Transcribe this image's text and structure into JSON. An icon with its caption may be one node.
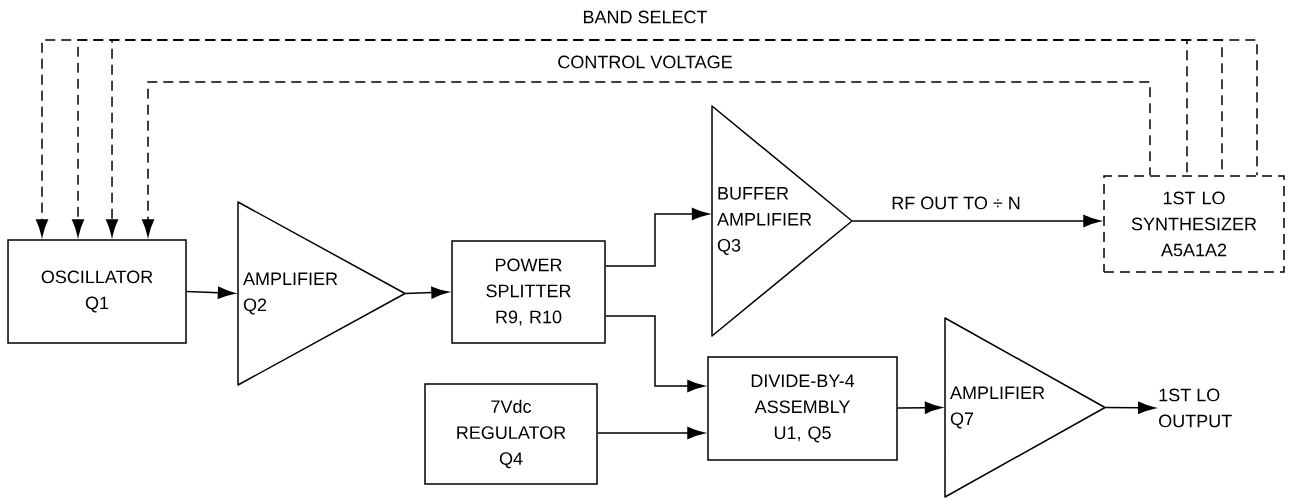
{
  "diagram": {
    "nodes": [
      {
        "text": [
          "OSCILLATOR Q1"
        ]
      },
      {
        "text": [
          "AMPLIFIER Q2"
        ]
      },
      {
        "text": [
          "POWER SPLITTER R9, R10"
        ]
      },
      {
        "text": [
          "BUFFER AMPLIFIER Q3"
        ]
      },
      {
        "text": [
          "1ST LO SYNTHESIZER A5A1A2"
        ]
      },
      {
        "text": [
          "7Vdc REGULATOR Q4"
        ]
      },
      {
        "text": [
          "DIVIDE-BY-4 ASSEMBLY U1, Q5"
        ]
      },
      {
        "text": [
          "AMPLIFIER Q7"
        ]
      },
      {
        "text": [
          "1ST LO OUTPUT"
        ]
      }
    ],
    "edges": [
      {
        "from": 0,
        "to": 1,
        "arrow": "to"
      },
      {
        "from": 1,
        "to": 2,
        "arrow": "to"
      },
      {
        "from": 2,
        "to": 3,
        "arrow": "to"
      },
      {
        "from": 2,
        "to": 6,
        "arrow": "to"
      },
      {
        "from": 5,
        "to": 6,
        "arrow": "to"
      },
      {
        "from": 3,
        "to": 4,
        "arrow": "to",
        "label": "RF OUT TO ÷ N"
      },
      {
        "from": 6,
        "to": 7,
        "arrow": "to"
      },
      {
        "from": 7,
        "to": 8,
        "arrow": "to"
      },
      {
        "from": 4,
        "to": 0,
        "arrow": "to",
        "style": "dashed",
        "label": "BAND SELECT"
      },
      {
        "from": 4,
        "to": 0,
        "arrow": "to",
        "style": "dashed"
      },
      {
        "from": 4,
        "to": 0,
        "arrow": "to",
        "style": "dashed"
      },
      {
        "from": 4,
        "to": 0,
        "arrow": "to",
        "style": "dashed",
        "label": "CONTROL VOLTAGE"
      }
    ]
  }
}
